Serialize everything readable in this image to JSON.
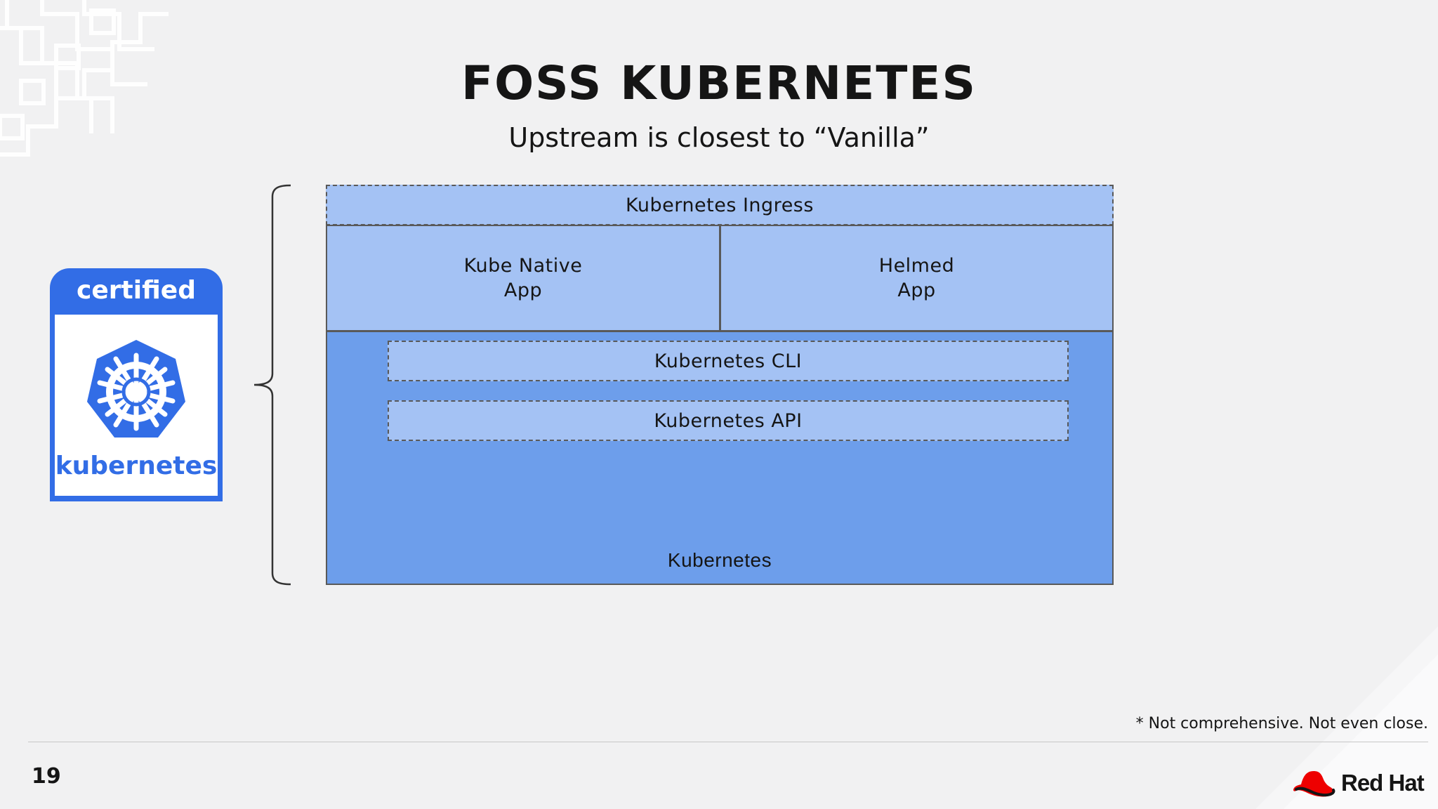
{
  "slide": {
    "title": "FOSS KUBERNETES",
    "subtitle": "Upstream is closest to “Vanilla”",
    "footnote": "* Not comprehensive. Not even close.",
    "page_number": "19"
  },
  "badge": {
    "top_text": "certified",
    "bottom_text": "kubernetes",
    "icon": "kubernetes-helm-icon",
    "color": "#326de6"
  },
  "diagram": {
    "ingress": "Kubernetes Ingress",
    "kube_native_app": {
      "line1": "Kube Native",
      "line2": "App"
    },
    "helmed_app": {
      "line1": "Helmed",
      "line2": "App"
    },
    "cli": "Kubernetes CLI",
    "api": "Kubernetes API",
    "base": "Kubernetes",
    "colors": {
      "light_blue": "#a4c2f4",
      "medium_blue": "#6d9eeb",
      "outline": "#595959"
    }
  },
  "brand": {
    "name": "Red Hat",
    "logo_icon": "red-hat-logo-icon",
    "accent": "#ee0000"
  }
}
